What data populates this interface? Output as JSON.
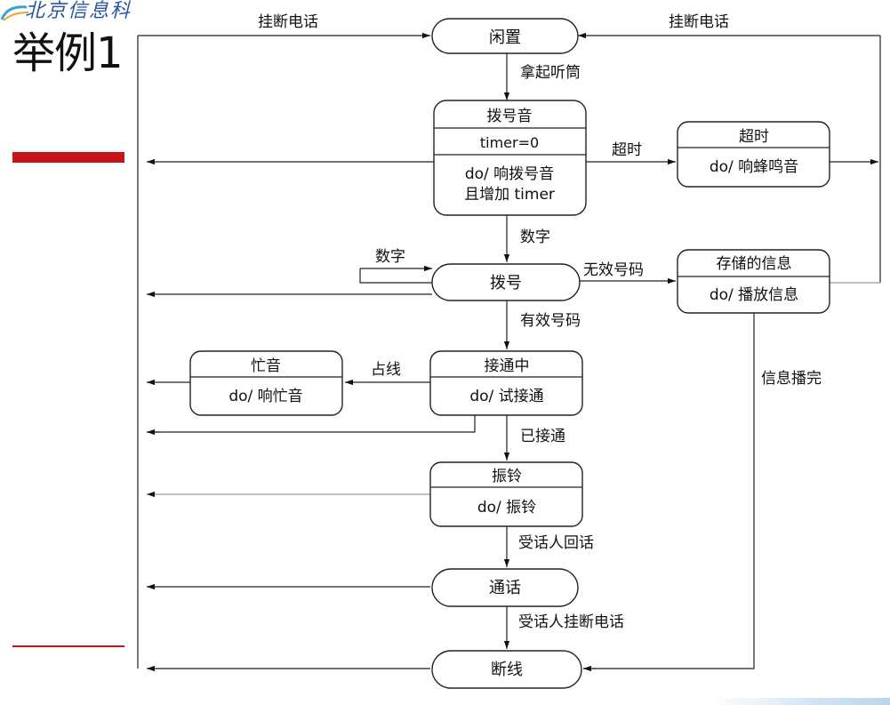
{
  "logo_text": "北京信息科",
  "slide_title": "举例1",
  "states": {
    "idle": "闲置",
    "dialtone": {
      "name": "拨号音",
      "attr": "timer=0",
      "action_1": "do/ 响拨号音",
      "action_2": "且增加 timer"
    },
    "timeout": {
      "name": "超时",
      "action": "do/ 响蜂鸣音"
    },
    "dialing": "拨号",
    "recorded": {
      "name": "存储的信息",
      "action": "do/ 播放信息"
    },
    "busy": {
      "name": "忙音",
      "action": "do/ 响忙音"
    },
    "connecting": {
      "name": "接通中",
      "action": "do/ 试接通"
    },
    "ringing": {
      "name": "振铃",
      "action": "do/ 振铃"
    },
    "talking": "通话",
    "disconnected": "断线"
  },
  "transitions": {
    "hangup_left": "挂断电话",
    "hangup_right": "挂断电话",
    "pickup": "拿起听筒",
    "timeout": "超时",
    "digit_down": "数字",
    "digit_self": "数字",
    "invalid_number": "无效号码",
    "valid_number": "有效号码",
    "busy_line": "占线",
    "connected": "已接通",
    "callee_answers": "受话人回话",
    "callee_hangs_up": "受话人挂断电话",
    "message_done": "信息播完"
  }
}
